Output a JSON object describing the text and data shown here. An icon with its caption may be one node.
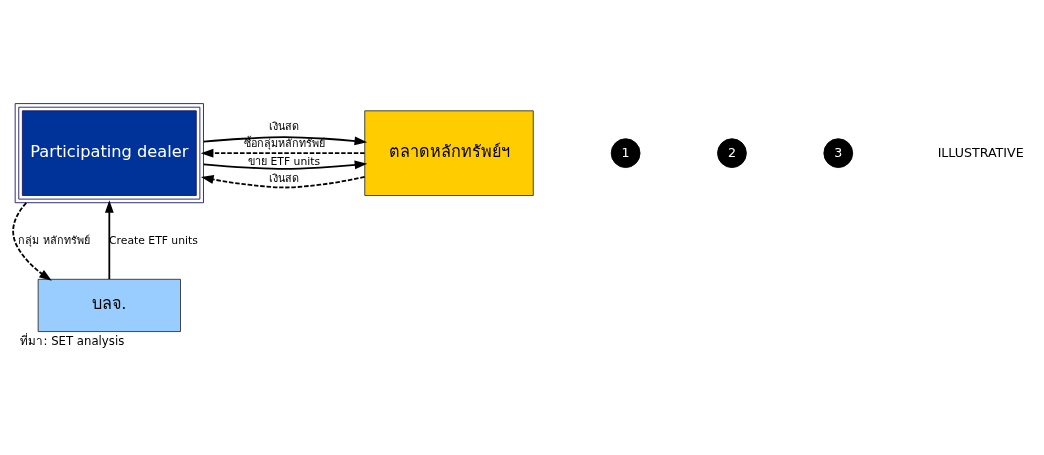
{
  "diagram": {
    "caption": "ที่มา: SET analysis",
    "nodes": [
      {
        "text": [
          "Participating dealer"
        ]
      },
      {
        "text": [
          "ตลาดหลักทรัพย์ฯ"
        ]
      },
      {
        "text": [
          "บลจ."
        ]
      },
      {
        "text": [
          "1"
        ]
      },
      {
        "text": [
          "2"
        ]
      },
      {
        "text": [
          "3"
        ]
      }
    ],
    "edges": [
      {
        "from": 0,
        "to": 1,
        "arrow": "to",
        "label": "เงินสด"
      },
      {
        "from": 1,
        "to": 0,
        "arrow": "to",
        "label": "ซื้อกลุ่มหลักทรัพย์",
        "style": "dashed"
      },
      {
        "from": 0,
        "to": 1,
        "arrow": "to",
        "label": "ขาย ETF units"
      },
      {
        "from": 1,
        "to": 0,
        "arrow": "to",
        "label": "เงินสด",
        "style": "dashed"
      },
      {
        "from": 0,
        "to": 2,
        "arrow": "to",
        "label": "กลุ่ม หลักทรัพย์",
        "style": "dashed"
      },
      {
        "from": 2,
        "to": 0,
        "arrow": "to",
        "label": "Create ETF units"
      }
    ],
    "labels": [
      "ILLUSTRATIVE"
    ]
  }
}
